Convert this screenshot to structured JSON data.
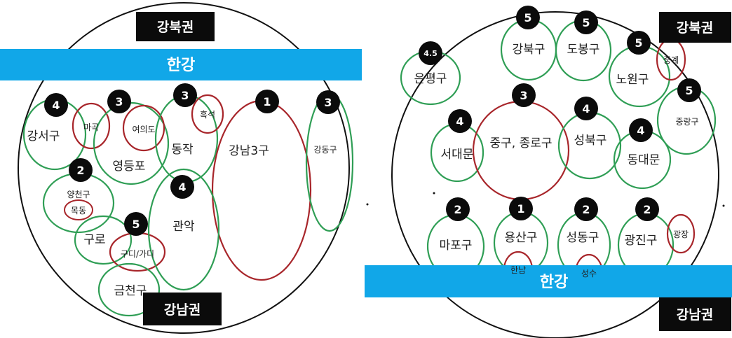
{
  "left_map": {
    "north_label": "강북권",
    "river_label": "한강",
    "south_label": "강남권",
    "districts": {
      "gangseo": {
        "name": "강서구",
        "rank": "4"
      },
      "mapo_sub": {
        "name": "마곡"
      },
      "yeongdeungpo": {
        "name": "영등포",
        "rank": "3"
      },
      "yeouido_sub": {
        "name": "여의도"
      },
      "dongjak": {
        "name": "동작",
        "rank": "3"
      },
      "heukseok_sub": {
        "name": "흑석"
      },
      "gangnam3": {
        "name": "강남3구",
        "rank": "1"
      },
      "gangdong": {
        "name": "강동구",
        "rank": "3"
      },
      "yangcheon": {
        "name": "양천구",
        "rank": "2"
      },
      "mokdong_sub": {
        "name": "목동"
      },
      "guro": {
        "name": "구로"
      },
      "gasan_sub": {
        "name": "구디/가디",
        "rank": "5"
      },
      "gwanak": {
        "name": "관악",
        "rank": "4"
      },
      "geumcheon": {
        "name": "금천구"
      }
    }
  },
  "right_map": {
    "north_label": "강북권",
    "river_label": "한강",
    "south_label": "강남권",
    "districts": {
      "eunpyeong": {
        "name": "은평구",
        "rank": "4.5"
      },
      "gangbuk": {
        "name": "강북구",
        "rank": "5"
      },
      "dobong": {
        "name": "도봉구",
        "rank": "5"
      },
      "nowon": {
        "name": "노원구",
        "rank": "5"
      },
      "junggye_sub": {
        "name": "중계"
      },
      "jungnang": {
        "name": "중랑구",
        "rank": "5"
      },
      "seodaemun": {
        "name": "서대문",
        "rank": "4"
      },
      "jongno": {
        "name": "중구, 종로구",
        "rank": "3"
      },
      "seongbuk": {
        "name": "성북구",
        "rank": "4"
      },
      "dongdaemun": {
        "name": "동대문",
        "rank": "4"
      },
      "mapo": {
        "name": "마포구",
        "rank": "2"
      },
      "yongsan": {
        "name": "용산구",
        "rank": "1"
      },
      "hannam_sub": {
        "name": "한남"
      },
      "seongdong": {
        "name": "성동구",
        "rank": "2"
      },
      "seongsu_sub": {
        "name": "성수"
      },
      "gwangjin": {
        "name": "광진구",
        "rank": "2"
      },
      "gwangjang_sub": {
        "name": "광장"
      }
    }
  },
  "colors": {
    "outline": "#111111",
    "green": "#2f9e55",
    "red": "#a8262b",
    "river": "#11a7e8",
    "badge": "#0b0b0b"
  }
}
